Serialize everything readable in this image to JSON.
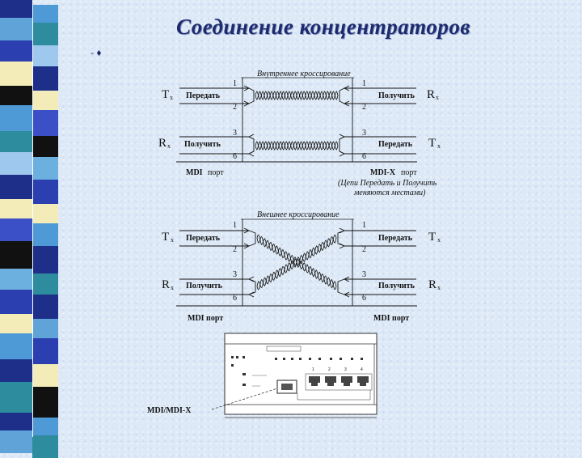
{
  "title": "Соединение концентраторов",
  "bullet": "- ♦",
  "top": {
    "caption": "Внутреннее кроссирование",
    "left": [
      {
        "sym": "T",
        "sub": "x",
        "label": "Передать",
        "pins": [
          "1",
          "2"
        ]
      },
      {
        "sym": "R",
        "sub": "x",
        "label": "Получить",
        "pins": [
          "3",
          "6"
        ]
      }
    ],
    "right": [
      {
        "sym": "R",
        "sub": "x",
        "label": "Получить",
        "pins": [
          "1",
          "2"
        ]
      },
      {
        "sym": "T",
        "sub": "x",
        "label": "Передать",
        "pins": [
          "3",
          "6"
        ]
      }
    ],
    "left_port": {
      "bold": "MDI",
      "rest": " порт"
    },
    "right_port": {
      "bold": "MDI-X",
      "rest": " порт"
    },
    "note_line1": "(Цепи Передать и Получить",
    "note_line2": "меняются местами)"
  },
  "bottom": {
    "caption": "Внешнее кроссирование",
    "left": [
      {
        "sym": "T",
        "sub": "x",
        "label": "Передать",
        "pins": [
          "1",
          "2"
        ]
      },
      {
        "sym": "R",
        "sub": "x",
        "label": "Получить",
        "pins": [
          "3",
          "6"
        ]
      }
    ],
    "right": [
      {
        "sym": "T",
        "sub": "x",
        "label": "Передать",
        "pins": [
          "1",
          "2"
        ]
      },
      {
        "sym": "R",
        "sub": "x",
        "label": "Получить",
        "pins": [
          "3",
          "6"
        ]
      }
    ],
    "left_port": "MDI порт",
    "right_port": "MDI порт"
  },
  "device": {
    "callout": "MDI/MDI-X",
    "port_numbers": [
      "1",
      "2",
      "3",
      "4"
    ]
  }
}
